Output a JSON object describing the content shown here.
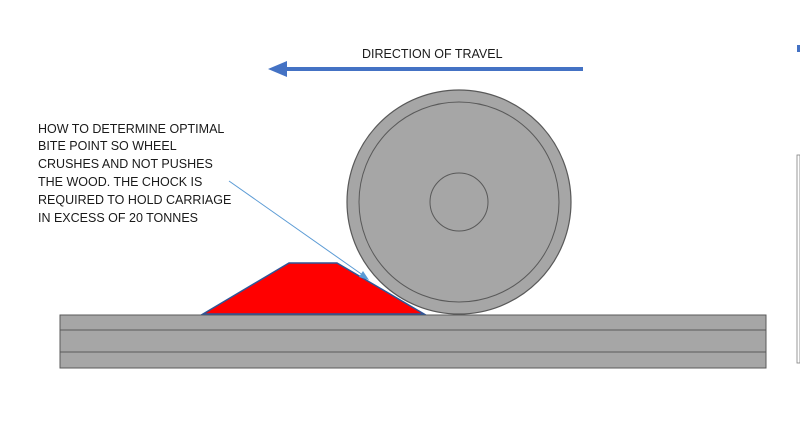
{
  "title": "DIRECTION OF TRAVEL",
  "note_lines": [
    "HOW TO DETERMINE OPTIMAL",
    "BITE POINT SO WHEEL",
    "CRUSHES AND NOT PUSHES",
    "THE WOOD. THE CHOCK IS",
    "REQUIRED TO HOLD CARRIAGE",
    "IN EXCESS OF 20 TONNES"
  ],
  "colors": {
    "arrow": "#4472C4",
    "chock_fill": "#FF0000",
    "chock_stroke": "#2F5597",
    "wheel_fill": "#A6A6A6",
    "wheel_stroke": "#595959",
    "rail_fill": "#A6A6A6",
    "rail_stroke": "#595959",
    "leader_line": "#5B9BD5"
  },
  "icons": {
    "direction_arrow": "arrow-left-icon"
  }
}
